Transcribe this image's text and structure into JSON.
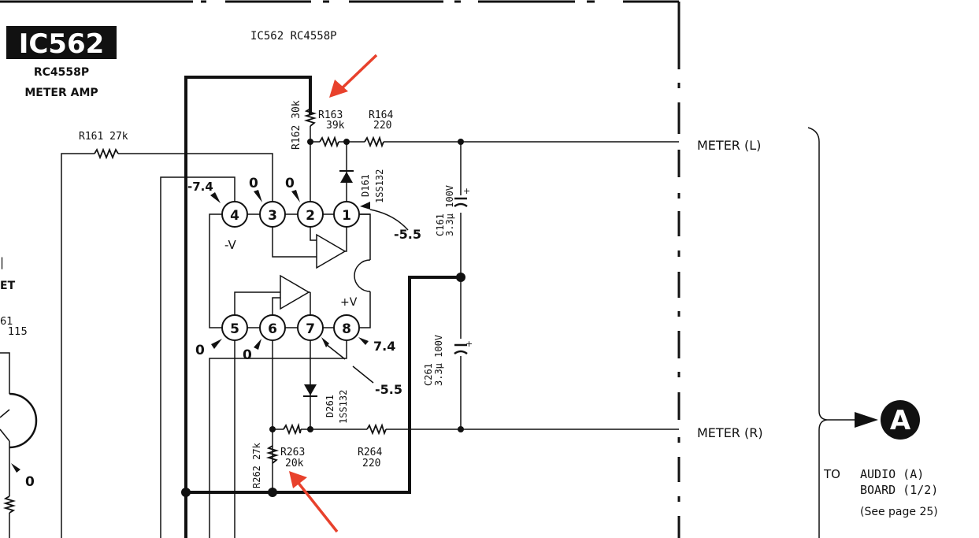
{
  "title_badge": "IC562",
  "ic_part": "RC4558P",
  "ic_function": "METER AMP",
  "top_label": "IC562 RC4558P",
  "components": {
    "r161": {
      "ref": "R161",
      "value": "27k"
    },
    "r162": {
      "ref": "R162",
      "value": "30k"
    },
    "r163": {
      "ref": "R163",
      "value": "39k"
    },
    "r164": {
      "ref": "R164",
      "value": "220"
    },
    "r262": {
      "ref": "R262",
      "value": "27k"
    },
    "r263": {
      "ref": "R263",
      "value": "20k"
    },
    "r264": {
      "ref": "R264",
      "value": "220"
    },
    "d161": {
      "ref": "D161",
      "value": "1SS132"
    },
    "d261": {
      "ref": "D261",
      "value": "1SS132"
    },
    "c161": {
      "ref": "C161",
      "value": "3.3µ 100V"
    },
    "c261": {
      "ref": "C261",
      "value": "3.3µ 100V"
    }
  },
  "pins": [
    "1",
    "2",
    "3",
    "4",
    "5",
    "6",
    "7",
    "8"
  ],
  "supply_labels": {
    "neg": "-V",
    "pos": "+V"
  },
  "voltages": {
    "pin4": "-7.4",
    "pin3": "0",
    "pin2": "0",
    "pin1": "-5.5",
    "pin5": "0",
    "pin6": "0",
    "pin7": "-5.5",
    "pin8": "7.4",
    "transistor": "0"
  },
  "outputs": {
    "left": "METER (L)",
    "right": "METER (R)"
  },
  "connector": {
    "letter": "A",
    "line1": "TO",
    "line2": "AUDIO (A)",
    "line3": "BOARD (1/2)",
    "note": "(See page 25)"
  },
  "left_partial": {
    "line1": "ET",
    "line2": "61",
    "line3": "115"
  },
  "annotation_color": "#e8412c"
}
